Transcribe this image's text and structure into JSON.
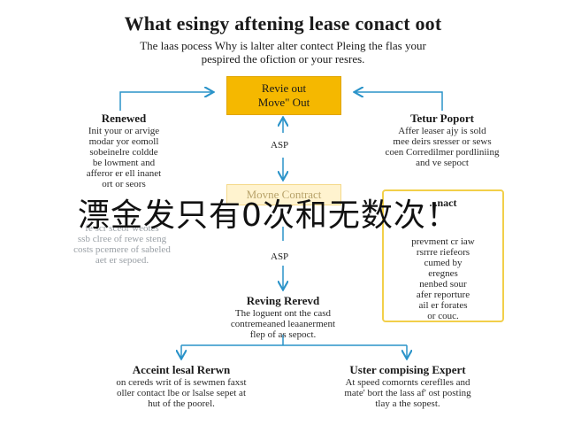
{
  "title": "What esingy aftening lease conact oot",
  "subtitle": [
    "The laas pocess Why is lalter alter contect Pleing the flas your",
    "pespired the ofiction or your resres."
  ],
  "top_box": {
    "line1": "Revie out",
    "line2": "Move\" Out"
  },
  "left_node": {
    "heading": "Renewed",
    "body": [
      "Init your or arvige",
      "modar yor eomoll",
      "sobeinelre coldde",
      "be lowment and",
      "afferor er ell inanet",
      "ort or seors"
    ]
  },
  "right_node": {
    "heading": "Tetur Poport",
    "body": [
      "Affer leaser ajy is sold",
      "mee deirs sresser or sews",
      "coen Corredilmer pordliniing",
      "and ve sepoct"
    ]
  },
  "asp_top": "ASP",
  "middle_box": {
    "line1": "Movne Contract",
    "line2": ""
  },
  "left_faded": [
    "fe scr sceor weotes",
    "ssb clree of rewe steng",
    "costs pcemere of sabeled",
    "aet er sepoed."
  ],
  "right_panel": {
    "heading": "...nact",
    "body": [
      "prevment cr iaw",
      "rsrrre riefeors",
      "cumed by",
      "eregnes",
      "nenbed sour",
      "afer reporture",
      "ail er forates",
      "or couc."
    ]
  },
  "asp_bottom": "ASP",
  "center_node": {
    "heading": "Reving Rerevd",
    "body": [
      "The loguent ont the casd",
      "contremeaned leaanerment",
      "flep of as sepoct."
    ]
  },
  "bottom_left": {
    "heading": "Acceint lesal Rerwn",
    "body": [
      "on cereds writ of is sewmen faxst",
      "oller contact lbe or lsalse sepet at",
      "hut of the poorel."
    ]
  },
  "bottom_right": {
    "heading": "Uster compising Expert",
    "body": [
      "At speed comornts cereflles and",
      "mate' bort the lass af' ost posting",
      "tlay a the sopest."
    ]
  },
  "overlay_text": "漂金发只有0次和无数次！",
  "colors": {
    "box": "#f5b800",
    "arrow": "#2a93c9",
    "panel_border": "#f2cf4a"
  }
}
